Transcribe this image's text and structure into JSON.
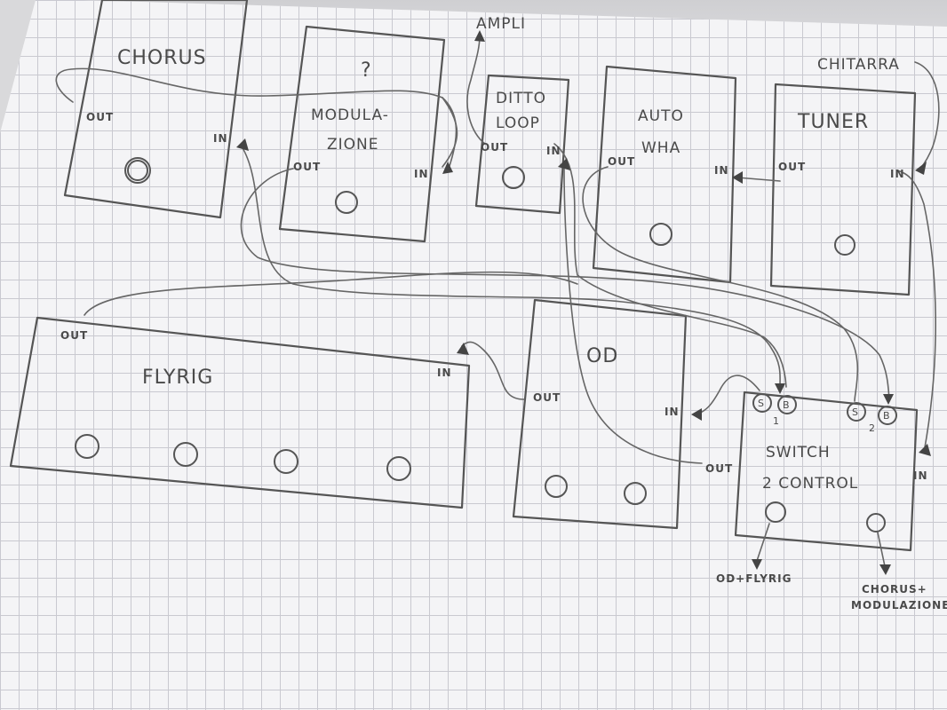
{
  "labels": {
    "ampli": "AMPLI",
    "chitarra": "CHITARRA",
    "chorus": "CHORUS",
    "question": "?",
    "modulazione_1": "MODULA-",
    "modulazione_2": "ZIONE",
    "ditto_1": "DITTO",
    "ditto_2": "LOOP",
    "auto_1": "AUTO",
    "auto_2": "WHA",
    "tuner": "TUNER",
    "flyrig": "FLYRIG",
    "od": "OD",
    "switch_1": "SWITCH",
    "switch_2": "2 CONTROL",
    "out": "OUT",
    "in": "IN",
    "s": "S",
    "b": "B",
    "n1": "1",
    "n2": "2",
    "od_flyrig": "OD+FLYRIG",
    "chorus_mod_1": "CHORUS+",
    "chorus_mod_2": "MODULAZIONE"
  }
}
